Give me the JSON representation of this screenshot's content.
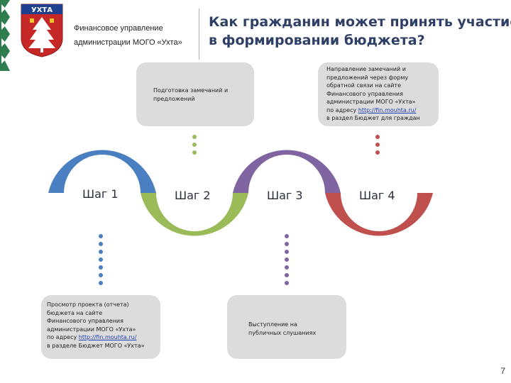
{
  "header": {
    "org_line1": "Финансовое управление",
    "org_line2": "администрации МОГО «Ухта»",
    "emblem_text": "УХТА",
    "title_line1": "Как гражданин может принять участие",
    "title_line2": "в формировании бюджета?"
  },
  "boxes": {
    "prepare": {
      "lines": [
        "Подготовка замечаний и",
        "предложений"
      ]
    },
    "send": {
      "lines": [
        "Направление замечаний и",
        "предложений через форму",
        "обратной связи на сайте",
        "Финансового управления",
        "администрации МОГО «Ухта»"
      ],
      "prefix": "по адресу ",
      "link": "http://fin.mouhta.ru/",
      "last": "в раздел Бюджет для граждан"
    },
    "review": {
      "lines": [
        "Просмотр проекта (отчета)",
        "бюджета на сайте",
        "Финансового управления",
        "администрации МОГО «Ухта»"
      ],
      "prefix": "по адресу ",
      "link": "http://fin.mouhta.ru/",
      "last": "в разделе Бюджет МОГО «Ухта»"
    },
    "speak": {
      "lines": [
        "Выступление на",
        "публичных слушаниях"
      ]
    }
  },
  "steps": [
    "Шаг 1",
    "Шаг 2",
    "Шаг 3",
    "Шаг 4"
  ],
  "colors": {
    "step1": "#4a7fc1",
    "step2": "#9bbb59",
    "step3": "#8064a2",
    "step4": "#c0504d",
    "title": "#2f3f66",
    "box": "#dcdcdc",
    "link": "#1f3fb5"
  },
  "page_number": "7"
}
